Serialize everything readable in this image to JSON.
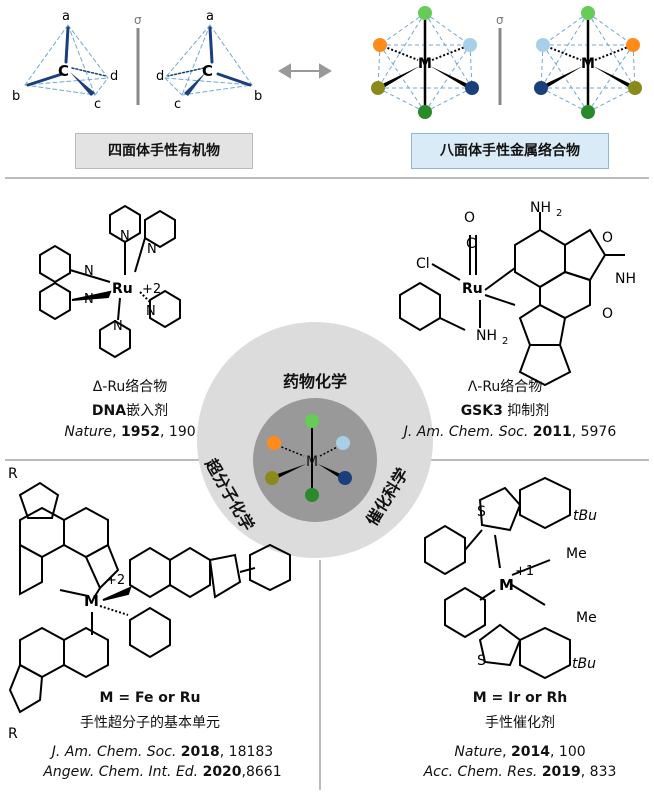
{
  "top": {
    "tetrahedral_box": "四面体手性有机物",
    "octahedral_box": "八面体手性金属络合物",
    "sigma_left": "σ",
    "sigma_right": "σ",
    "tetra_labels": {
      "a": "a",
      "b": "b",
      "c": "c",
      "d": "d",
      "center": "C"
    },
    "octa_center": "M"
  },
  "center_circle": {
    "title": "药物化学",
    "left": "超分子化学",
    "right": "催化科学",
    "metal": "M",
    "colors": {
      "green_light": "#66cc55",
      "orange": "#ff8c1a",
      "light_blue": "#a8cfe8",
      "olive": "#8a8a1a",
      "navy": "#1a3f7a",
      "green_dark": "#2a8a2a",
      "hub": "#777777"
    }
  },
  "q1": {
    "complex_label": "Δ-Ru络合物",
    "use_bold": "DNA",
    "use_rest": "嵌入剂",
    "ref_journal": "Nature",
    "ref_year": "1952",
    "ref_page": ", 190",
    "charge": "+2",
    "metal": "Ru",
    "n": "N"
  },
  "q2": {
    "complex_label": "Λ-Ru络合物",
    "use_bold": "GSK3",
    "use_rest": " 抑制剂",
    "ref_journal": "J. Am. Chem. Soc.",
    "ref_year": "2011",
    "ref_page": ", 5976",
    "cl": "Cl",
    "nh2_top": "NH",
    "nh2_bottom": "NH",
    "o": "O",
    "c": "C",
    "nh": "NH",
    "metal": "Ru"
  },
  "q3": {
    "metal_def": "M = Fe or Ru",
    "desc": "手性超分子的基本单元",
    "ref1_journal": "J. Am. Chem. Soc.",
    "ref1_year": "2018",
    "ref1_page": ", 18183",
    "ref2_journal": "Angew. Chem. Int. Ed.",
    "ref2_year": "2020",
    "ref2_page": ",8661",
    "charge": "+2",
    "r": "R"
  },
  "q4": {
    "metal_def": "M = Ir or Rh",
    "desc": "手性催化剂",
    "ref1_journal": "Nature",
    "ref1_year": "2014",
    "ref1_page": ", 100",
    "ref2_journal": "Acc. Chem. Res.",
    "ref2_year": "2019",
    "ref2_page": ", 833",
    "charge": "+1",
    "tbu": "tBu",
    "me": "Me",
    "s": "S"
  }
}
